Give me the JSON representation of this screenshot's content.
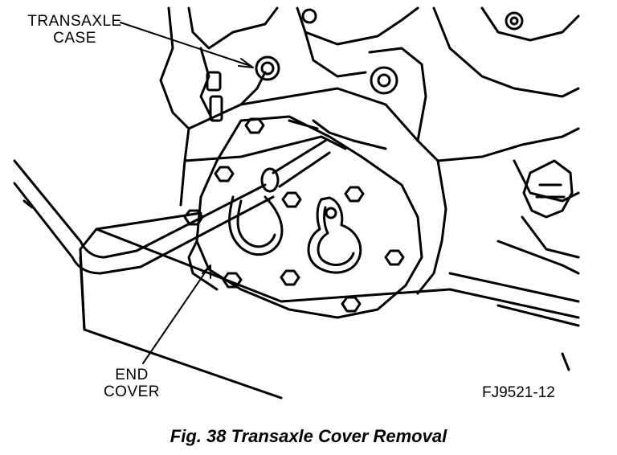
{
  "callouts": {
    "transaxle_case": [
      "TRANSAXLE",
      "CASE"
    ],
    "end_cover": [
      "END",
      "COVER"
    ]
  },
  "figure_code": "FJ9521-12",
  "caption": "Fig. 38 Transaxle Cover Removal"
}
